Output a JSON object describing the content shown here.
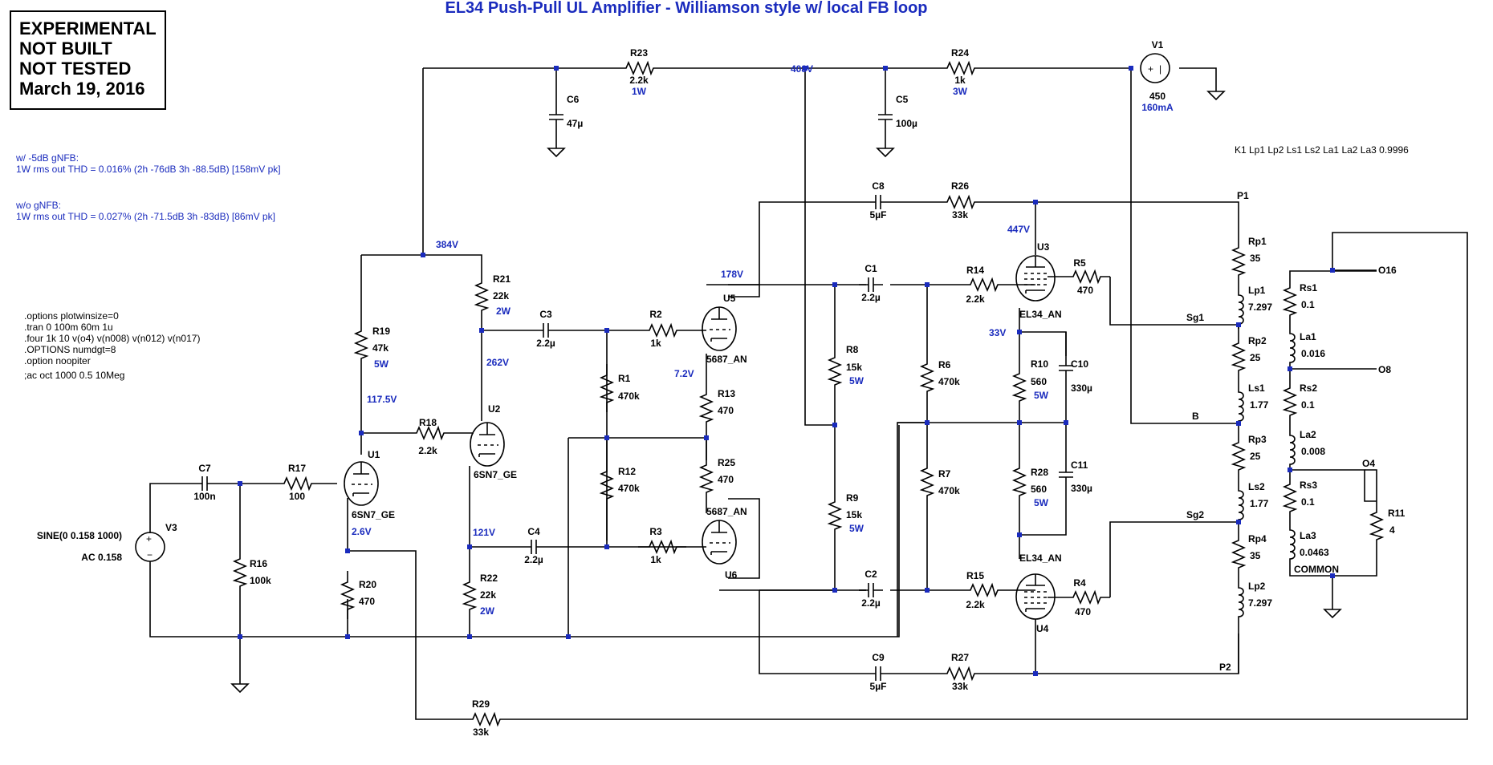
{
  "title": "EL34 Push-Pull UL Amplifier - Williamson style w/ local FB loop",
  "stamp": [
    "EXPERIMENTAL",
    "NOT BUILT",
    "NOT TESTED",
    "March 19, 2016"
  ],
  "notes": {
    "gnfb_title": "w/ -5dB gNFB:",
    "gnfb_result": "1W rms out THD = 0.016% (2h -76dB 3h -88.5dB) [158mV pk]",
    "nognfb_title": "w/o gNFB:",
    "nognfb_result": "1W rms out THD = 0.027% (2h -71.5dB 3h -83dB) [86mV pk]",
    "spice": [
      ".options plotwinsize=0",
      ".tran 0 100m 60m 1u",
      ".four 1k 10 v(o4) v(n008) v(n012) v(n017)",
      ".OPTIONS numdgt=8",
      ".option noopiter",
      ";ac oct 1000 0.5 10Meg"
    ],
    "coupling": "K1 Lp1 Lp2 Ls1 Ls2 La1 La2 La3 0.9996"
  },
  "voltages": {
    "v408": "408V",
    "v384": "384V",
    "v447": "447V",
    "v178": "178V",
    "v262": "262V",
    "v117": "117.5V",
    "v72": "7.2V",
    "v33": "33V",
    "v121": "121V",
    "v26": "2.6V"
  },
  "components": {
    "R23": {
      "ref": "R23",
      "value": "2.2k",
      "power": "1W"
    },
    "R24": {
      "ref": "R24",
      "value": "1k",
      "power": "3W"
    },
    "C6": {
      "ref": "C6",
      "value": "47µ"
    },
    "C5": {
      "ref": "C5",
      "value": "100µ"
    },
    "V1": {
      "ref": "V1",
      "value": "450",
      "current": "160mA"
    },
    "C8": {
      "ref": "C8",
      "value": "5µF"
    },
    "R26": {
      "ref": "R26",
      "value": "33k"
    },
    "R21": {
      "ref": "R21",
      "value": "22k",
      "power": "2W"
    },
    "R19": {
      "ref": "R19",
      "value": "47k",
      "power": "5W"
    },
    "C3": {
      "ref": "C3",
      "value": "2.2µ"
    },
    "R2": {
      "ref": "R2",
      "value": "1k"
    },
    "U5": {
      "ref": "U5",
      "type": "5687_AN"
    },
    "C1": {
      "ref": "C1",
      "value": "2.2µ"
    },
    "R14": {
      "ref": "R14",
      "value": "2.2k"
    },
    "U3": {
      "ref": "U3",
      "type": "EL34_AN"
    },
    "R5": {
      "ref": "R5",
      "value": "470"
    },
    "R8": {
      "ref": "R8",
      "value": "15k",
      "power": "5W"
    },
    "R6": {
      "ref": "R6",
      "value": "470k"
    },
    "R10": {
      "ref": "R10",
      "value": "560",
      "power": "5W"
    },
    "C10": {
      "ref": "C10",
      "value": "330µ"
    },
    "R1": {
      "ref": "R1",
      "value": "470k"
    },
    "R13": {
      "ref": "R13",
      "value": "470"
    },
    "R18": {
      "ref": "R18",
      "value": "2.2k"
    },
    "U2": {
      "ref": "U2",
      "type": "6SN7_GE"
    },
    "U1": {
      "ref": "U1",
      "type": "6SN7_GE"
    },
    "C7": {
      "ref": "C7",
      "value": "100n"
    },
    "R17": {
      "ref": "R17",
      "value": "100"
    },
    "V3": {
      "ref": "V3",
      "value": "SINE(0 0.158 1000)",
      "ac": "AC 0.158"
    },
    "R16": {
      "ref": "R16",
      "value": "100k"
    },
    "R20": {
      "ref": "R20",
      "value": "470"
    },
    "R12": {
      "ref": "R12",
      "value": "470k"
    },
    "R25": {
      "ref": "R25",
      "value": "470"
    },
    "U6": {
      "ref": "U6",
      "type": "5687_AN"
    },
    "R9": {
      "ref": "R9",
      "value": "15k",
      "power": "5W"
    },
    "R7": {
      "ref": "R7",
      "value": "470k"
    },
    "R28": {
      "ref": "R28",
      "value": "560",
      "power": "5W"
    },
    "C11": {
      "ref": "C11",
      "value": "330µ"
    },
    "C4": {
      "ref": "C4",
      "value": "2.2µ"
    },
    "R3": {
      "ref": "R3",
      "value": "1k"
    },
    "R22": {
      "ref": "R22",
      "value": "22k",
      "power": "2W"
    },
    "C2": {
      "ref": "C2",
      "value": "2.2µ"
    },
    "R15": {
      "ref": "R15",
      "value": "2.2k"
    },
    "U4": {
      "ref": "U4",
      "type": "EL34_AN"
    },
    "R4": {
      "ref": "R4",
      "value": "470"
    },
    "C9": {
      "ref": "C9",
      "value": "5µF"
    },
    "R27": {
      "ref": "R27",
      "value": "33k"
    },
    "R29": {
      "ref": "R29",
      "value": "33k"
    },
    "Rp1": {
      "ref": "Rp1",
      "value": "35"
    },
    "Lp1": {
      "ref": "Lp1",
      "value": "7.297"
    },
    "Rp2": {
      "ref": "Rp2",
      "value": "25"
    },
    "Ls1": {
      "ref": "Ls1",
      "value": "1.77"
    },
    "Rp3": {
      "ref": "Rp3",
      "value": "25"
    },
    "Ls2": {
      "ref": "Ls2",
      "value": "1.77"
    },
    "Rp4": {
      "ref": "Rp4",
      "value": "35"
    },
    "Lp2": {
      "ref": "Lp2",
      "value": "7.297"
    },
    "Rs1": {
      "ref": "Rs1",
      "value": "0.1"
    },
    "La1": {
      "ref": "La1",
      "value": "0.016"
    },
    "Rs2": {
      "ref": "Rs2",
      "value": "0.1"
    },
    "La2": {
      "ref": "La2",
      "value": "0.008"
    },
    "Rs3": {
      "ref": "Rs3",
      "value": "0.1"
    },
    "La3": {
      "ref": "La3",
      "value": "0.0463"
    },
    "R11": {
      "ref": "R11",
      "value": "4"
    }
  },
  "nets": {
    "P1": "P1",
    "P2": "P2",
    "Sg1": "Sg1",
    "Sg2": "Sg2",
    "B": "B",
    "O16": "O16",
    "O8": "O8",
    "O4": "O4",
    "COMMON": "COMMON"
  }
}
